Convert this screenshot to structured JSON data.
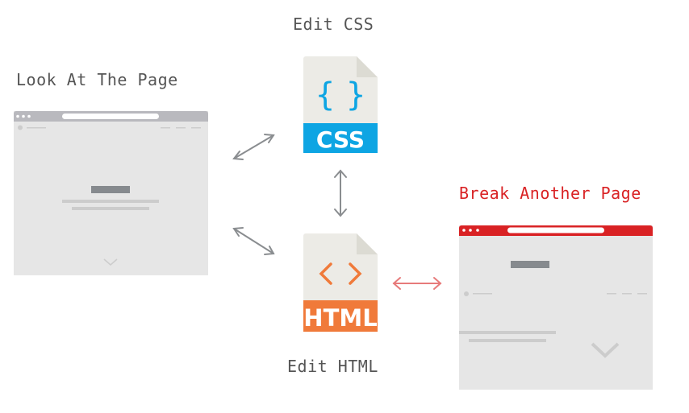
{
  "labels": {
    "edit_css": "Edit CSS",
    "look_at_page": "Look At The Page",
    "break_another_page": "Break Another Page",
    "edit_html": "Edit HTML"
  },
  "files": {
    "css": {
      "glyph": "{ }",
      "badge": "CSS",
      "color": "#0ea5e3"
    },
    "html": {
      "glyph": "< >",
      "badge": "HTML",
      "color": "#f07a3a"
    }
  },
  "colors": {
    "accent_red": "#d92224",
    "arrow_gray": "#8a8d90",
    "arrow_red": "#e77a7a",
    "browser_chrome_gray": "#b9b9be",
    "browser_body": "#e6e6e6"
  }
}
